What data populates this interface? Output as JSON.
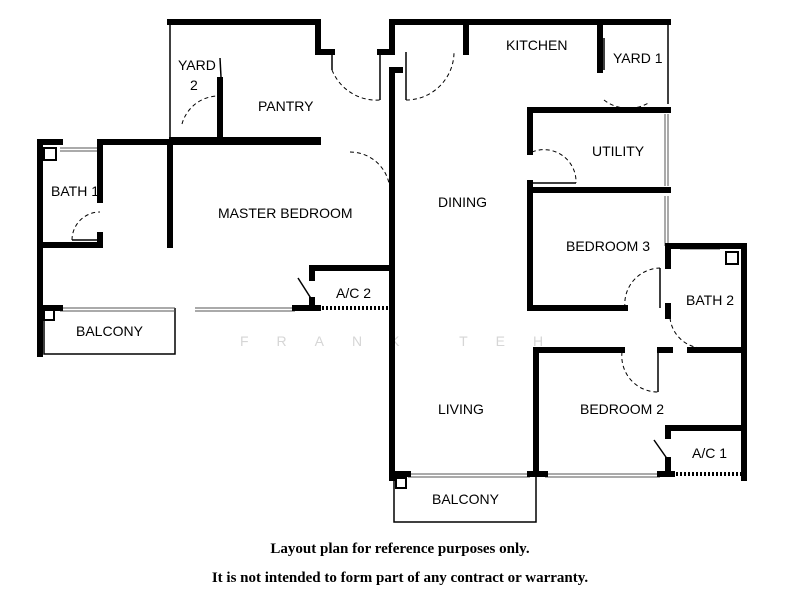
{
  "rooms": {
    "yard2": "YARD 2",
    "pantry": "PANTRY",
    "kitchen": "KITCHEN",
    "yard1": "YARD 1",
    "utility": "UTILITY",
    "bath1": "BATH 1",
    "master_bedroom": "MASTER BEDROOM",
    "dining": "DINING",
    "bedroom3": "BEDROOM 3",
    "ac2": "A/C 2",
    "bath2": "BATH 2",
    "balcony_left": "BALCONY",
    "living": "LIVING",
    "bedroom2": "BEDROOM 2",
    "ac1": "A/C 1",
    "balcony_bottom": "BALCONY"
  },
  "watermark": "FRANK TEH",
  "notes": {
    "line1": "Layout plan for reference purposes only.",
    "line2": "It is not intended to form part of any contract or warranty."
  }
}
